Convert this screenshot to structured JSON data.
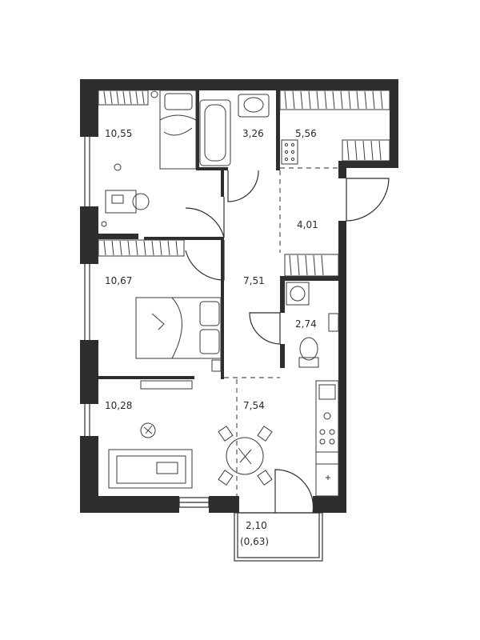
{
  "rooms": {
    "bedroom_1": {
      "area": "10,55"
    },
    "bathroom": {
      "area": "3,26"
    },
    "wardrobe": {
      "area": "5,56"
    },
    "entry": {
      "area": "4,01"
    },
    "bedroom_2": {
      "area": "10,67"
    },
    "hallway": {
      "area": "7,51"
    },
    "toilet": {
      "area": "2,74"
    },
    "living_room": {
      "area": "10,28"
    },
    "kitchen": {
      "area": "7,54"
    },
    "balcony": {
      "area": "2,10",
      "reduced_area": "(0,63)"
    }
  },
  "colors": {
    "wall": "#2e2e2e",
    "background": "#ffffff",
    "line": "#3a3a3a"
  }
}
